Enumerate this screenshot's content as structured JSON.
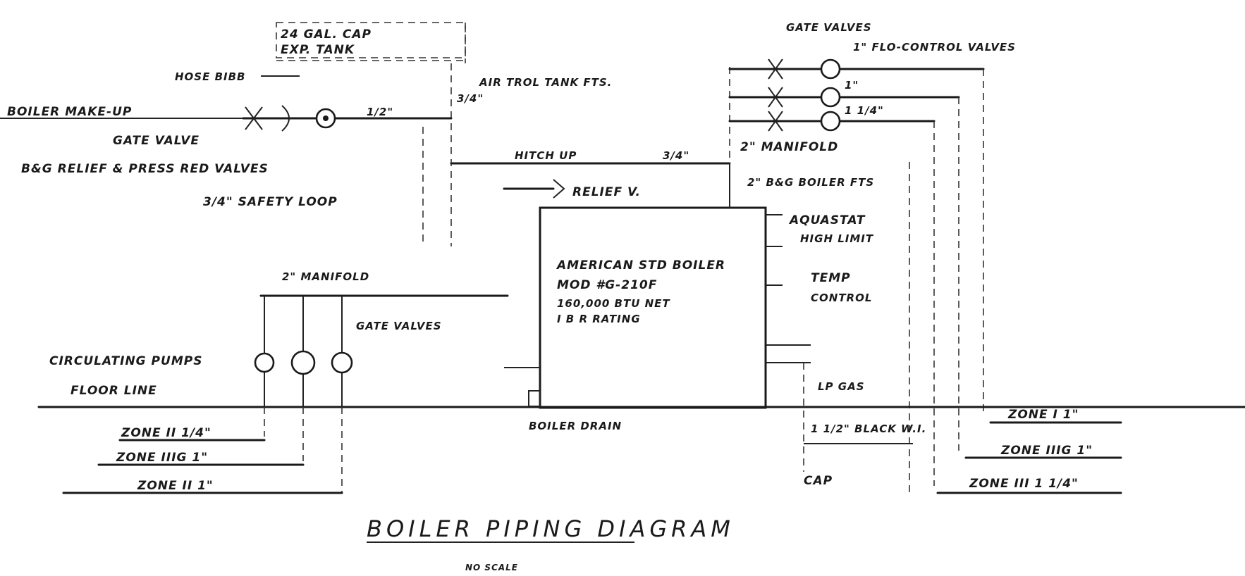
{
  "title": "BOILER PIPING DIAGRAM",
  "subtitle": "NO SCALE",
  "labels": {
    "exp_tank": "24 GAL. CAP",
    "exp_tank_2": "EXP. TANK",
    "hose_bibb": "HOSE BIBB",
    "airtrol": "AIR TROL TANK FTS.",
    "airtrol_size": "3/4\"",
    "boiler_makeup": "BOILER MAKE-UP",
    "makeup_size": "1/2\"",
    "gate_valve": "GATE VALVE",
    "relief_press": "B&G RELIEF & PRESS RED VALVES",
    "safety_loop": "3/4\" SAFETY LOOP",
    "hitch_up": "HITCH UP",
    "hitch_size": "3/4\"",
    "relief_v": "RELIEF V.",
    "gate_valves_top": "GATE VALVES",
    "flo_control": "1\" FLO-CONTROL VALVES",
    "size_1": "1\"",
    "size_114": "1 1/4\"",
    "manifold_top": "2\" MANIFOLD",
    "boiler_fts": "2\" B&G BOILER FTS",
    "aquastat": "AQUASTAT",
    "high_limit": "HIGH LIMIT",
    "temp": "TEMP",
    "control": "CONTROL",
    "boiler_1": "AMERICAN STD BOILER",
    "boiler_2": "MOD #G-210F",
    "boiler_3": "160,000 BTU NET",
    "boiler_4": "I B R RATING",
    "manifold_left": "2\" MANIFOLD",
    "gate_valves_left": "GATE VALVES",
    "circ_pumps": "CIRCULATING PUMPS",
    "floor_line": "FLOOR LINE",
    "boiler_drain": "BOILER DRAIN",
    "lp_gas": "LP GAS",
    "black_wi": "1 1/2\" BLACK W.I.",
    "cap": "CAP",
    "zone_l1": "ZONE II 1/4\"",
    "zone_l2": "ZONE IIIG 1\"",
    "zone_l3": "ZONE II 1\"",
    "zone_r1": "ZONE I 1\"",
    "zone_r2": "ZONE IIIG 1\"",
    "zone_r3": "ZONE III 1 1/4\""
  }
}
